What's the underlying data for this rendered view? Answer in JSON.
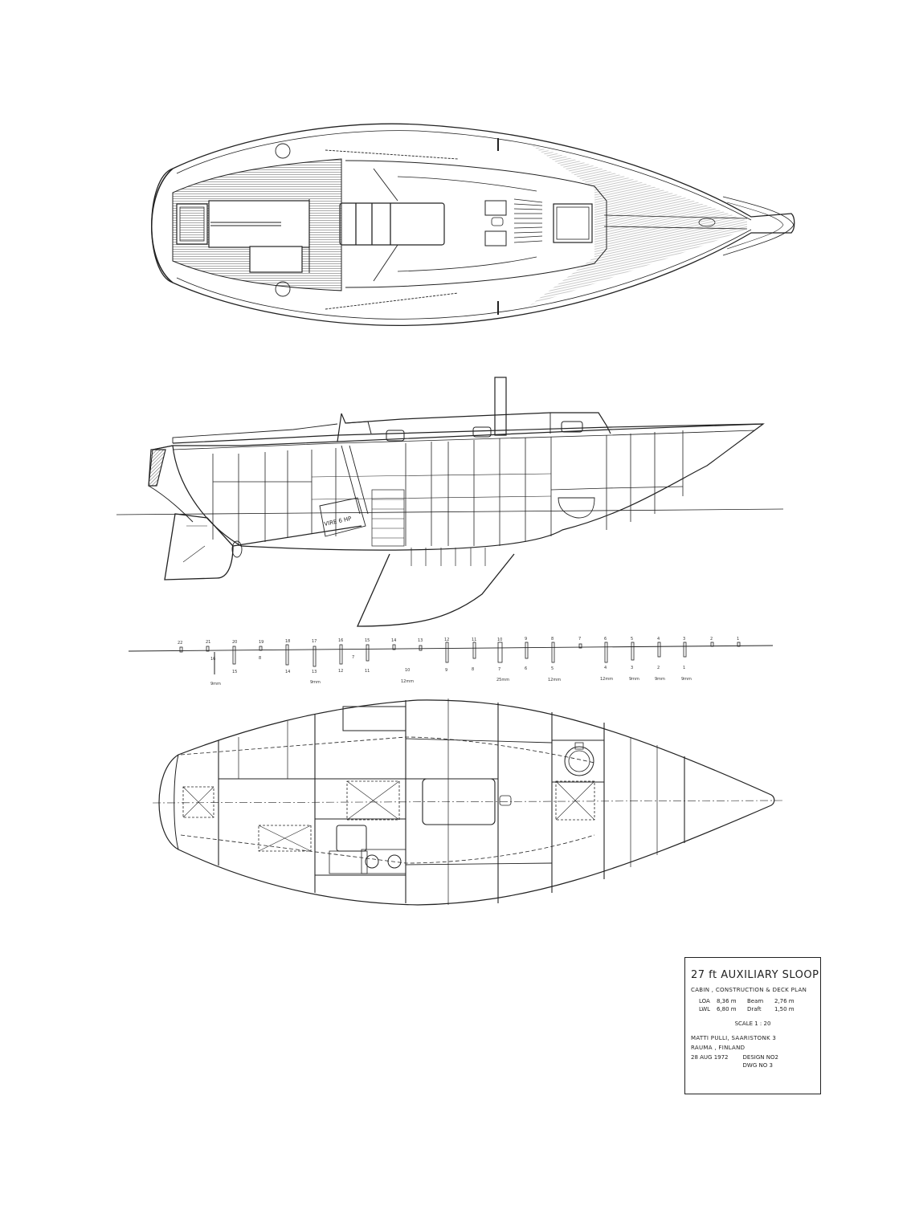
{
  "drawing": {
    "views": [
      {
        "id": "deck-plan",
        "label": "Deck plan (top view)"
      },
      {
        "id": "profile",
        "label": "Construction profile (side view)"
      },
      {
        "id": "frame-stations",
        "label": "Frame station scale"
      },
      {
        "id": "accommodation-plan",
        "label": "Cabin accommodation plan"
      }
    ],
    "engine_label": "VIRE 6 HP",
    "frame_stations": {
      "upper": [
        "22",
        "21",
        "20",
        "19",
        "18",
        "17",
        "16",
        "15",
        "14",
        "13",
        "12",
        "11",
        "10",
        "9",
        "8",
        "7",
        "6",
        "5",
        "4",
        "3",
        "2",
        "1"
      ],
      "lower": [
        "16",
        "15",
        "8",
        "14",
        "13",
        "12",
        "7",
        "11",
        "10",
        "9",
        "8",
        "7",
        "6",
        "5",
        "4",
        "3",
        "2",
        "1"
      ],
      "small_marks": [
        "8",
        "9",
        "7",
        "6",
        "4",
        "3",
        "2"
      ],
      "thicknesses": [
        "9mm",
        "9mm",
        "12mm",
        "25mm",
        "12mm",
        "12mm",
        "9mm",
        "9mm",
        "9mm"
      ]
    }
  },
  "title_block": {
    "title": "27 ft  AUXILIARY  SLOOP",
    "subtitle": "CABIN , CONSTRUCTION & DECK PLAN",
    "dims": {
      "loa_label": "LOA",
      "loa_value": "8,36 m",
      "beam_label": "Beam",
      "beam_value": "2,76 m",
      "lwl_label": "LWL",
      "lwl_value": "6,80 m",
      "draft_label": "Draft",
      "draft_value": "1,50 m"
    },
    "scale": "SCALE  1 : 20",
    "designer": "MATTI  PULLI,  SAARISTONK  3",
    "location": "RAUMA , FINLAND",
    "date": "28 AUG 1972",
    "design_no": "DESIGN  NO2",
    "dwg_no": "DWG  NO 3"
  }
}
